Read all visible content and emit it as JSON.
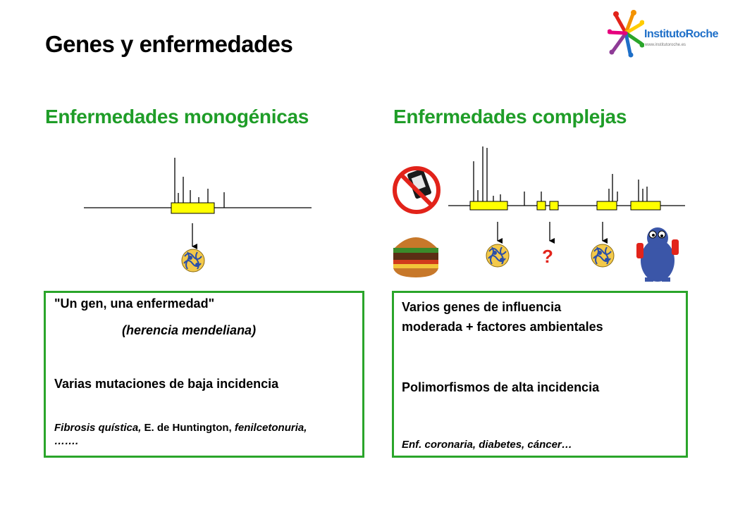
{
  "title": "Genes y enfermedades",
  "logo": {
    "brand": "InstitutoRoche",
    "url": "www.institutoroche.es"
  },
  "monogenic": {
    "heading": "Enfermedades monogénicas",
    "quote": "\"Un gen, una enfermedad\"",
    "inheritance": "(herencia mendeliana)",
    "mutations": "Varias mutaciones de baja incidencia",
    "ex1": "Fibrosis quística,",
    "ex2": " E. de Huntington,",
    "ex3": " fenilcetonuria,",
    "ex4": "……."
  },
  "complex": {
    "heading": "Enfermedades complejas",
    "line1": "Varios genes de influencia",
    "line2": "moderada + factores ambientales",
    "polymorphisms": "Polimorfismos de alta incidencia",
    "examples": "Enf. coronaria, diabetes, cáncer…",
    "unknown_mark": "?"
  },
  "colors": {
    "heading_green": "#1f9d28",
    "box_border": "#2aa52a",
    "gene_yellow": "#ffff00",
    "logo_blue": "#1e6fc8"
  },
  "icons": [
    "protein-icon",
    "no-smoking-icon",
    "hamburger-icon",
    "question-icon",
    "monster-icon",
    "logo-icon"
  ]
}
